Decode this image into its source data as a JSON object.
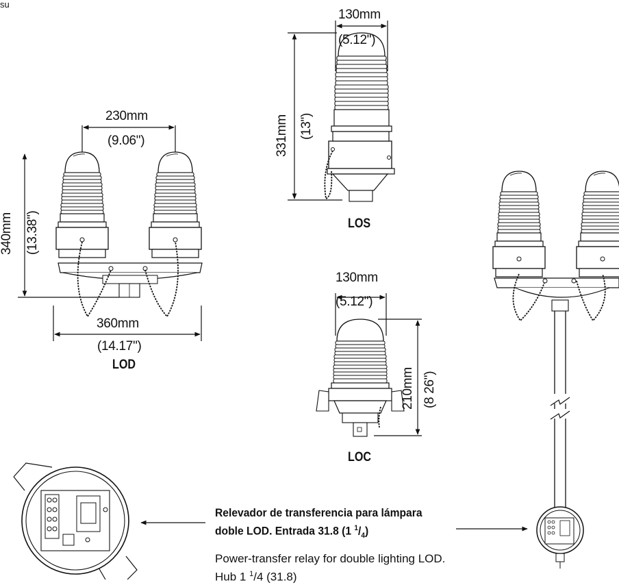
{
  "corner_text": "su",
  "lod": {
    "width_inner_mm": "230mm",
    "width_inner_in": "(9.06\")",
    "height_mm": "340mm",
    "height_in": "(13.38\")",
    "width_outer_mm": "360mm",
    "width_outer_in": "(14.17\")",
    "label": "LOD"
  },
  "los": {
    "width_mm": "130mm",
    "width_in": "(5.12\")",
    "height_mm": "331mm",
    "height_in": "(13\")",
    "label": "LOS"
  },
  "loc": {
    "width_mm": "130mm",
    "width_in": "(5.12\")",
    "height_mm": "210mm",
    "height_in": "(8 26\")",
    "label": "LOC"
  },
  "relay": {
    "spanish_line1": "Relevador de transferencia para lámpara",
    "spanish_line2_prefix": "doble LOD.  Entrada 31.8 (1 ",
    "spanish_line2_sup": "1",
    "spanish_line2_slash": "/",
    "spanish_line2_sub": "4",
    "spanish_line2_suffix": ")",
    "english_line1": "Power-transfer relay for double lighting LOD.",
    "english_line2_prefix": "Hub 1 ",
    "english_line2_sup": "1",
    "english_line2_rest": "/4 (31.8)"
  }
}
